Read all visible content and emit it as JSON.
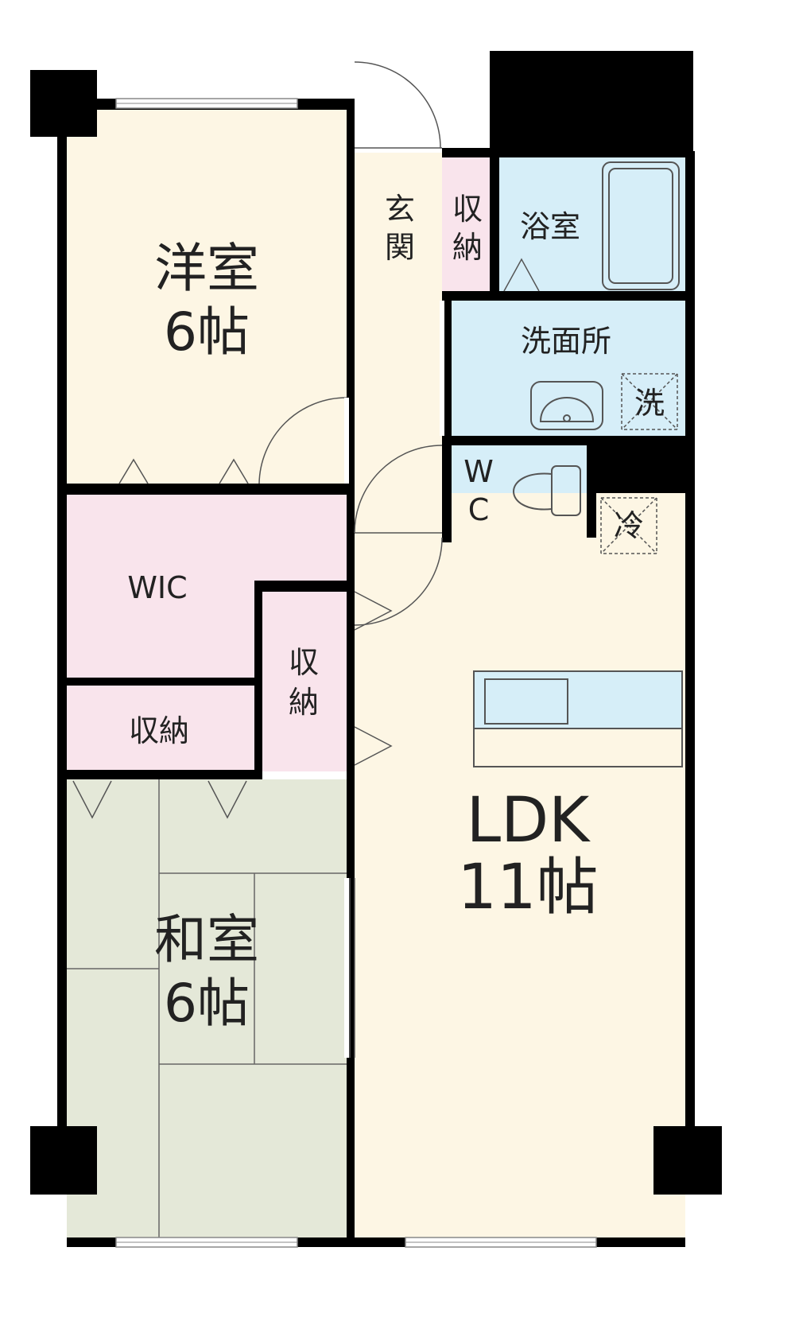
{
  "rooms": {
    "western": {
      "name": "洋室",
      "size": "6帖"
    },
    "japanese": {
      "name": "和室",
      "size": "6帖"
    },
    "ldk": {
      "name": "LDK",
      "size": "11帖"
    },
    "wic": {
      "name": "WIC"
    },
    "storage_left": {
      "name": "収納"
    },
    "storage_center_line1": "収",
    "storage_center_line2": "納",
    "storage_top_line1": "収",
    "storage_top_line2": "納",
    "entrance_line1": "玄",
    "entrance_line2": "関",
    "bathroom": {
      "name": "浴室"
    },
    "washroom": {
      "name": "洗面所"
    },
    "wc_line1": "W",
    "wc_line2": "C",
    "washer_mark": "洗",
    "fridge_mark": "冷"
  },
  "colors": {
    "wall": "#000000",
    "western_room": "#fdf6e4",
    "japanese_room": "#e4e8d8",
    "storage": "#f9e4ec",
    "wet_area": "#d6eef8",
    "ldk": "#fdf6e4",
    "entrance": "#fdf6e4"
  }
}
